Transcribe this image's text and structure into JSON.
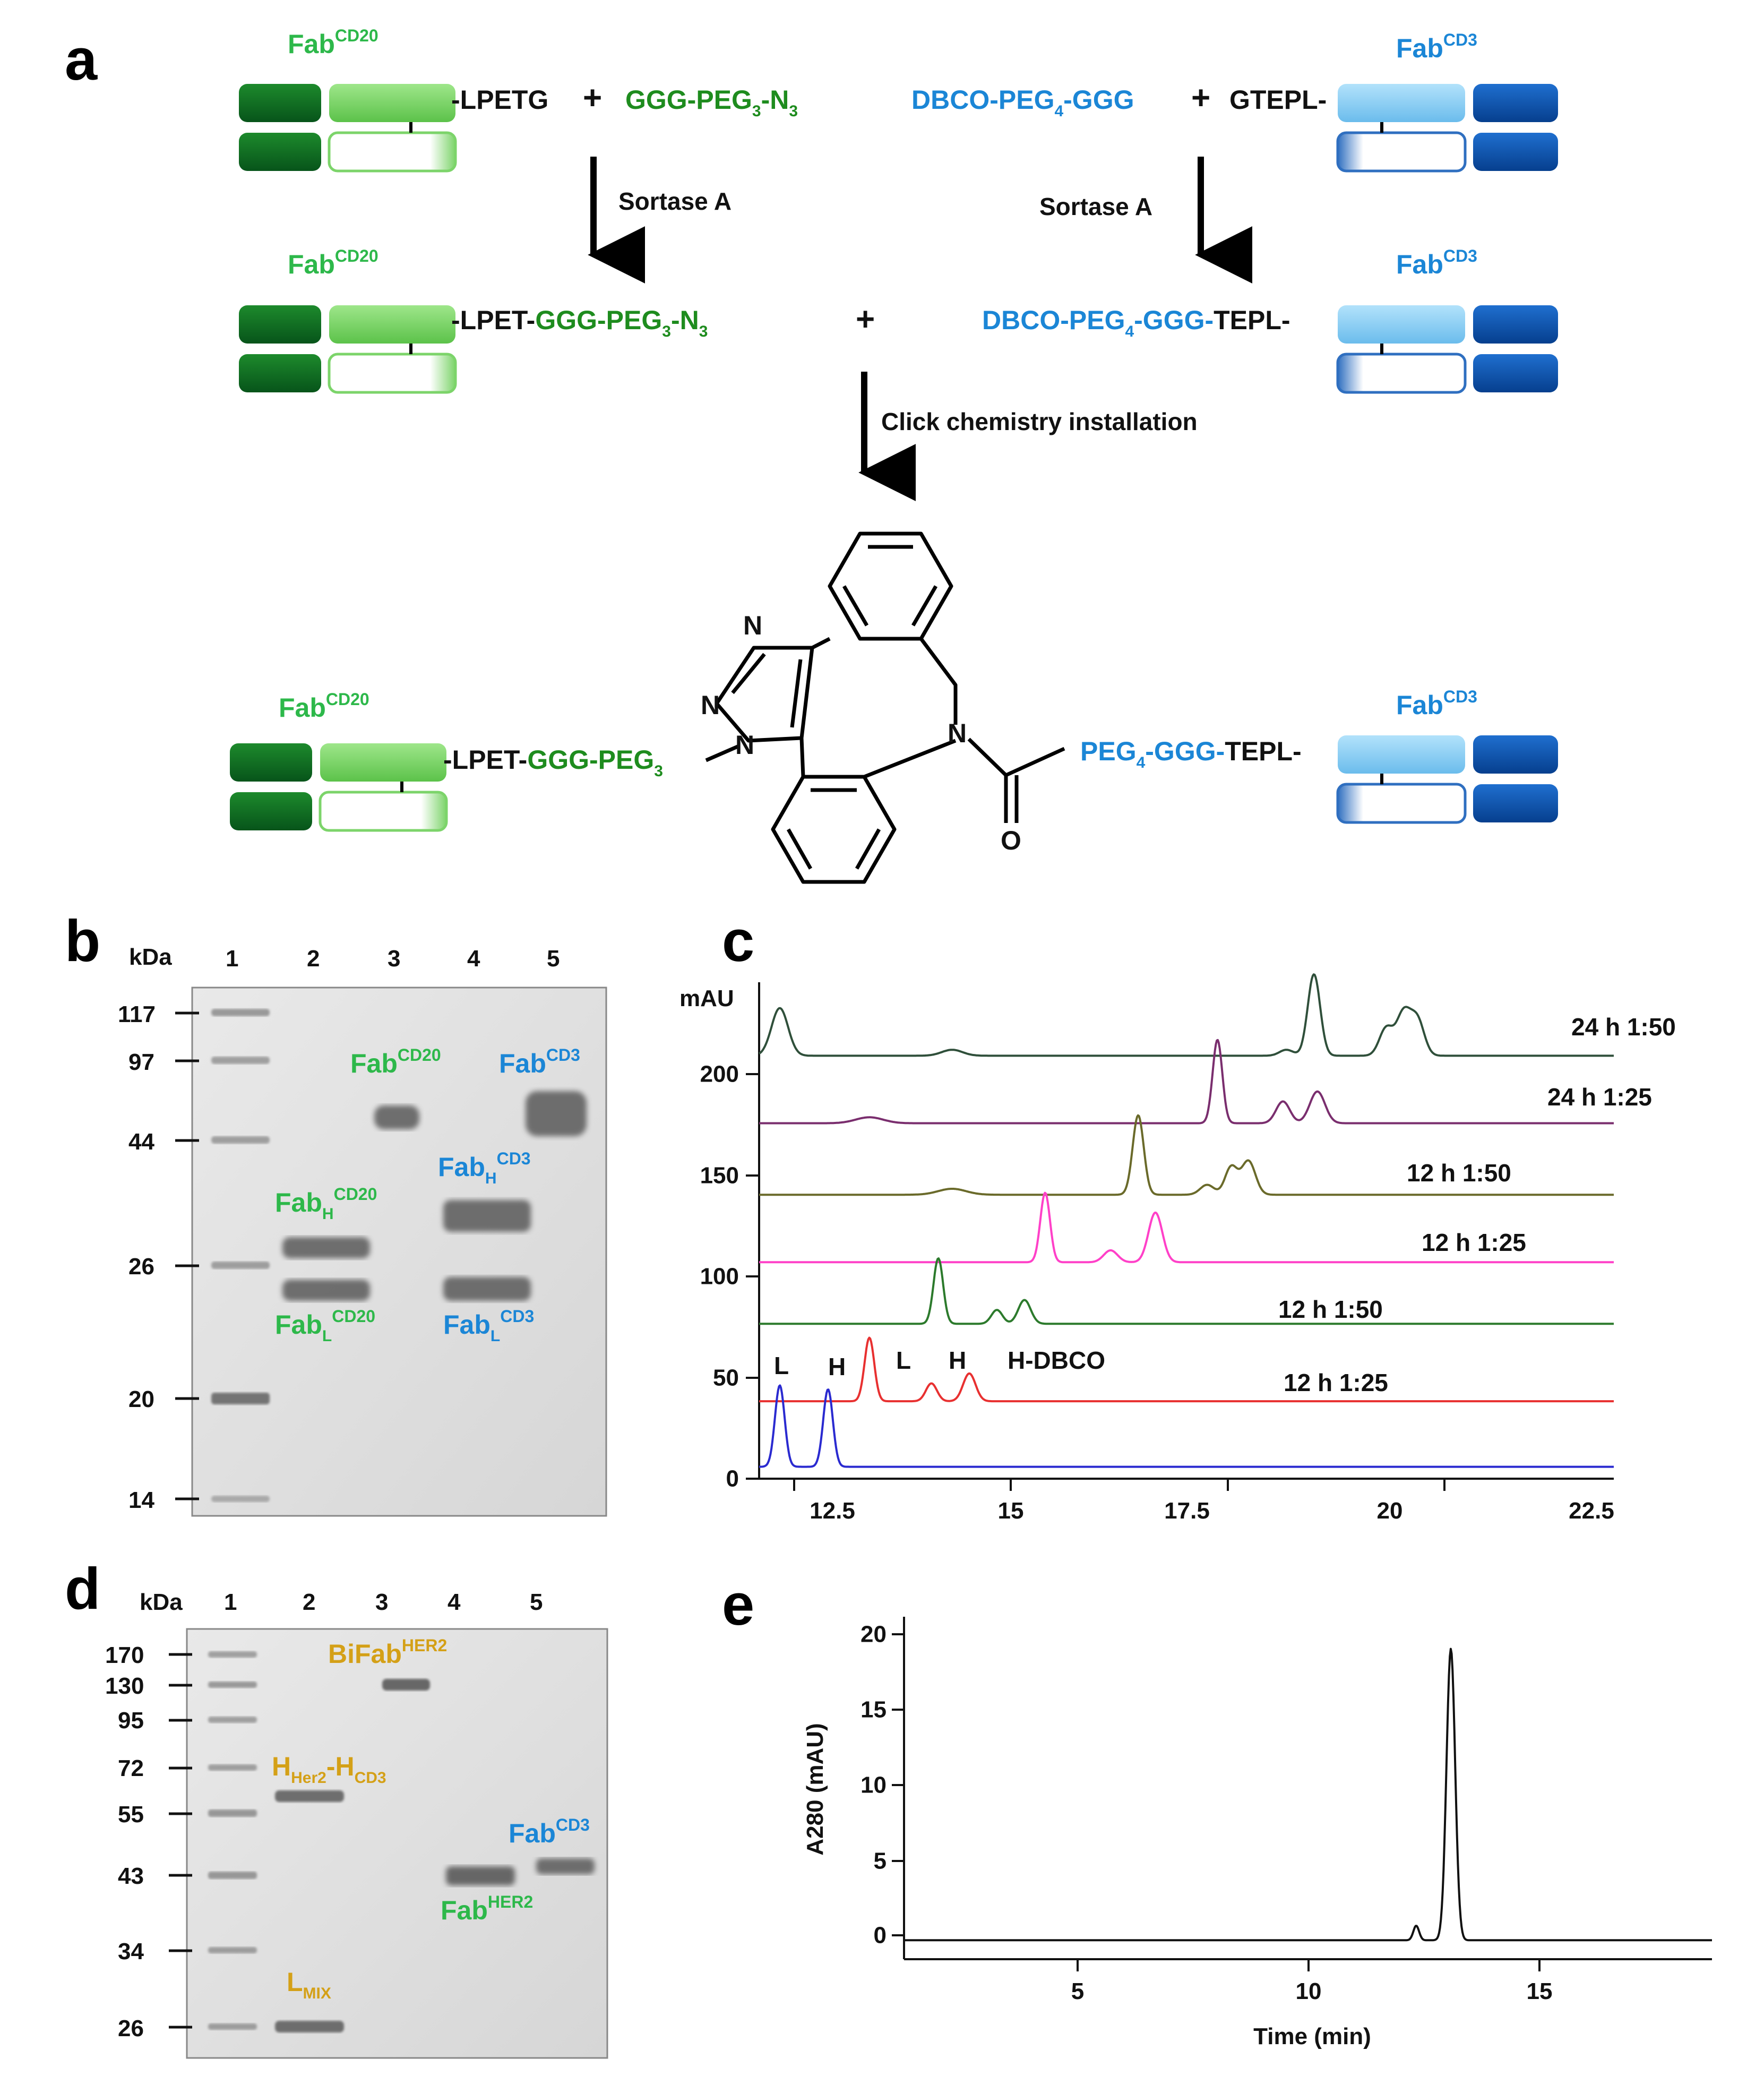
{
  "panels": {
    "a": "a",
    "b": "b",
    "c": "c",
    "d": "d",
    "e": "e"
  },
  "scheme": {
    "fab": "Fab",
    "cd20": "CD20",
    "cd3": "CD3",
    "plus": "+",
    "lpetg": "-LPETG",
    "ggg_peg3_n3": "GGG-PEG",
    "n3": "-N",
    "sub3": "3",
    "sub4": "4",
    "dbco_peg4_ggg": "DBCO-PEG",
    "ggg": "-GGG",
    "gtepl": "GTEPL-",
    "sortase": "Sortase A",
    "lpet": "-LPET-",
    "tepl": "TEPL-",
    "ggg_peg3": "GGG-PEG",
    "peg4": "PEG",
    "ggg_dash": "-GGG-",
    "click": "Click chemistry installation",
    "atom_n": "N",
    "atom_o": "O",
    "colors": {
      "green_dark": "#0b6e1c",
      "green_light": "#7cd46a",
      "green_text": "#2db84a",
      "green_linker": "#1e8c1e",
      "blue_dark": "#0a52a8",
      "blue_light": "#7fc8f2",
      "blue_text": "#1b86d6"
    }
  },
  "gel_b": {
    "unit": "kDa",
    "lanes": [
      "1",
      "2",
      "3",
      "4",
      "5"
    ],
    "markers": [
      "117",
      "97",
      "44",
      "26",
      "20",
      "14"
    ],
    "labels": {
      "fab": "Fab",
      "cd20": "CD20",
      "cd3": "CD3",
      "h": "H",
      "l": "L"
    }
  },
  "chart_c": {
    "ylabel": "mAU",
    "yticks": [
      "0",
      "50",
      "100",
      "150",
      "200"
    ],
    "xticks": [
      "12.5",
      "15",
      "17.5",
      "20",
      "22.5"
    ],
    "peak_labels": [
      "L",
      "H",
      "L",
      "H",
      "H-DBCO"
    ],
    "trace_labels": [
      "24 h 1:50",
      "24 h 1:25",
      "12 h 1:50",
      "12 h 1:25",
      "12 h 1:50",
      "12 h 1:25"
    ]
  },
  "gel_d": {
    "unit": "kDa",
    "lanes": [
      "1",
      "2",
      "3",
      "4",
      "5"
    ],
    "markers": [
      "170",
      "130",
      "95",
      "72",
      "55",
      "43",
      "34",
      "26"
    ],
    "labels": {
      "bifab": "BiFab",
      "her2_up": "HER2",
      "h": "H",
      "her2": "Her2",
      "cd3": "CD3",
      "dash": "-",
      "fab": "Fab",
      "cd3_up": "CD3",
      "l": "L",
      "mix": "MIX"
    },
    "colors": {
      "gold": "#d4a017",
      "green": "#2db84a",
      "blue": "#1b86d6"
    }
  },
  "chart_data": [
    {
      "type": "line",
      "title": "",
      "ylabel": "mAU",
      "xlabel": "",
      "xlim": [
        11.8,
        24.2
      ],
      "ylim": [
        -5,
        245
      ],
      "grid": false,
      "series": [
        {
          "name": "24 h 1:50",
          "offset": 208,
          "color": "#2f4f3a",
          "peaks": [
            [
              12.1,
              24,
              0.12
            ],
            [
              14.6,
              3,
              0.15
            ],
            [
              19.45,
              3,
              0.1
            ],
            [
              19.85,
              41,
              0.09
            ],
            [
              20.9,
              14,
              0.1
            ],
            [
              21.15,
              21,
              0.1
            ],
            [
              21.35,
              18,
              0.1
            ]
          ]
        },
        {
          "name": "24 h 1:25",
          "offset": 174,
          "color": "#7a2e6e",
          "peaks": [
            [
              13.4,
              3,
              0.2
            ],
            [
              18.45,
              42,
              0.07
            ],
            [
              19.4,
              11,
              0.1
            ],
            [
              19.9,
              16,
              0.11
            ]
          ]
        },
        {
          "name": "12 h 1:50",
          "offset": 138,
          "color": "#6a6a2a",
          "peaks": [
            [
              14.6,
              3,
              0.2
            ],
            [
              17.3,
              40,
              0.08
            ],
            [
              18.3,
              5,
              0.1
            ],
            [
              18.65,
              14,
              0.09
            ],
            [
              18.9,
              17,
              0.1
            ]
          ]
        },
        {
          "name": "12 h 1:25",
          "offset": 104,
          "color": "#ff40c8",
          "peaks": [
            [
              15.95,
              35,
              0.07
            ],
            [
              16.9,
              6,
              0.1
            ],
            [
              17.55,
              25,
              0.1
            ]
          ]
        },
        {
          "name": "12 h 1:50",
          "offset": 73,
          "color": "#2c7a2c",
          "peaks": [
            [
              14.4,
              33,
              0.07
            ],
            [
              15.25,
              7,
              0.08
            ],
            [
              15.65,
              12,
              0.09
            ]
          ]
        },
        {
          "name": "12 h 1:25",
          "offset": 34,
          "color": "#e83030",
          "peaks": [
            [
              13.4,
              32,
              0.07
            ],
            [
              14.3,
              9,
              0.08
            ],
            [
              14.85,
              14,
              0.09
            ]
          ]
        },
        {
          "name": "",
          "offset": 1,
          "color": "#2a2ad0",
          "peaks": [
            [
              12.1,
              41,
              0.07
            ],
            [
              12.8,
              39,
              0.07
            ]
          ]
        }
      ]
    },
    {
      "type": "line",
      "title": "",
      "xlabel": "Time (min)",
      "ylabel": "A280 (mAU)",
      "xlim": [
        1.5,
        18.3
      ],
      "ylim": [
        -2,
        21.5
      ],
      "grid": false,
      "xticks": [
        "5",
        "10",
        "15"
      ],
      "yticks": [
        "0",
        "5",
        "10",
        "15",
        "20"
      ],
      "baseline": -0.7,
      "series": [
        {
          "name": "",
          "color": "#111111",
          "peaks": [
            [
              12.15,
              1.0,
              0.06
            ],
            [
              12.87,
              20.0,
              0.09
            ]
          ]
        }
      ]
    }
  ]
}
